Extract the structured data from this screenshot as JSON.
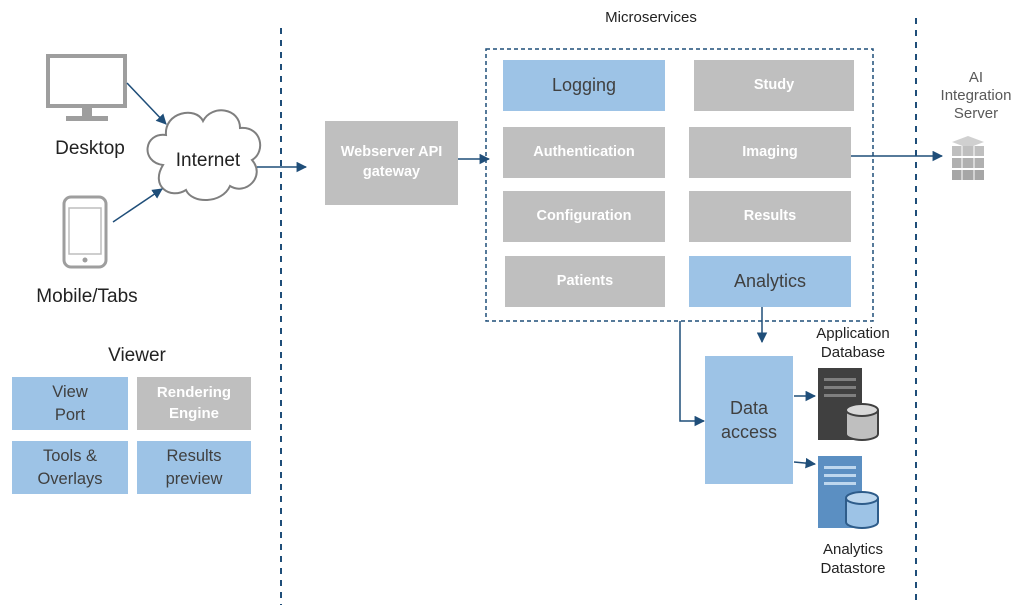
{
  "microservices": {
    "title": "Microservices",
    "services": {
      "logging": "Logging",
      "study": "Study",
      "authentication": "Authentication",
      "imaging": "Imaging",
      "configuration": "Configuration",
      "results": "Results",
      "patients": "Patients",
      "analytics": "Analytics"
    }
  },
  "clients": {
    "desktop": "Desktop",
    "mobile": "Mobile/Tabs",
    "internet": "Internet"
  },
  "viewer": {
    "title": "Viewer",
    "view_port": "View Port",
    "rendering_engine": "Rendering Engine",
    "tools_overlays": "Tools & Overlays",
    "results_preview": "Results preview"
  },
  "gateway": {
    "label": "Webserver API gateway"
  },
  "data_access": {
    "label": "Data access"
  },
  "databases": {
    "application": "Application Database",
    "analytics": "Analytics Datastore"
  },
  "ai_server": {
    "label": "AI Integration Server"
  },
  "colors": {
    "blue_box": "#9dc3e6",
    "grey_box": "#bfbfbf",
    "arrow": "#1f4e79",
    "dashed_line": "#1f4e79"
  }
}
